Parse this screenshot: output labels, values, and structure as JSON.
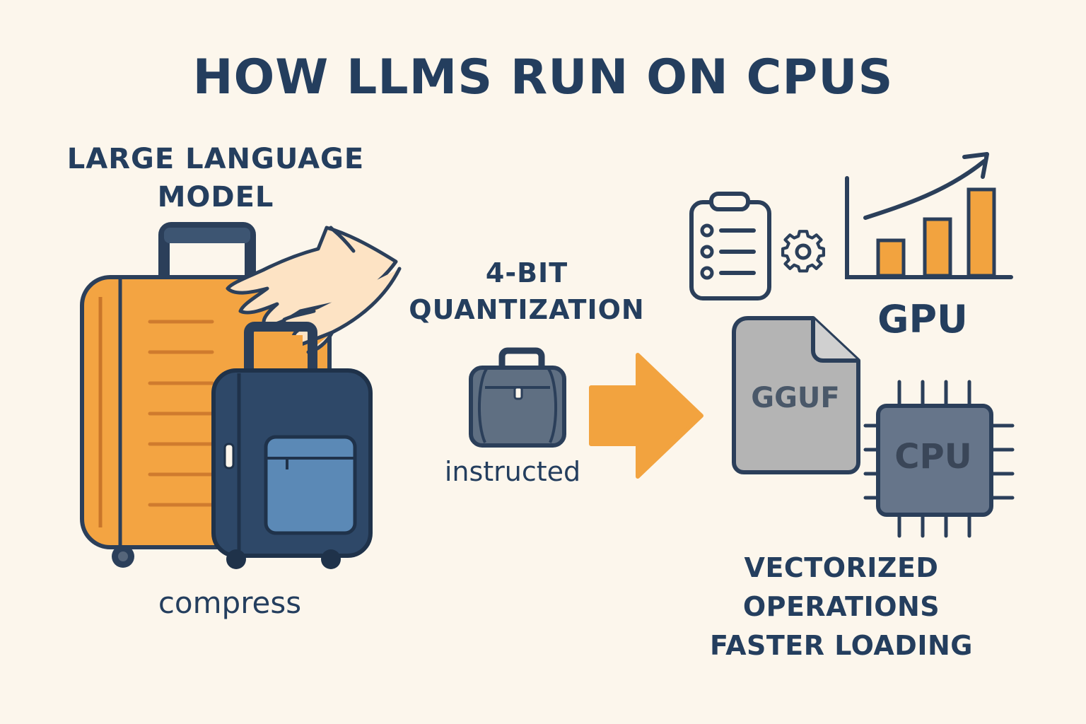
{
  "title": "HOW LLMS RUN ON CPUS",
  "left": {
    "heading_line1": "LARGE LANGUAGE",
    "heading_line2": "MODEL",
    "caption": "compress"
  },
  "middle": {
    "heading_line1": "4-BIT",
    "heading_line2": "QUANTIZATION",
    "caption": "instructed"
  },
  "right": {
    "gguf_file_label": "GGUF",
    "gpu_label": "GPU",
    "cpu_chip_label": "CPU",
    "benefits_line1": "VECTORIZED",
    "benefits_line2": "OPERATIONS",
    "benefits_line3": "FASTER LOADING"
  },
  "icons": [
    "large-suitcase-icon",
    "small-suitcase-icon",
    "hands-icon",
    "briefcase-icon",
    "arrow-right-icon",
    "clipboard-icon",
    "gear-icon",
    "bar-chart-icon",
    "file-icon",
    "cpu-chip-icon"
  ],
  "colors": {
    "background": "#fcf6ec",
    "navy": "#243e5e",
    "orange": "#f0a040",
    "blue_pocket": "#5a87b4",
    "gray_file": "#b4b4b4",
    "chip_gray": "#66758a"
  }
}
